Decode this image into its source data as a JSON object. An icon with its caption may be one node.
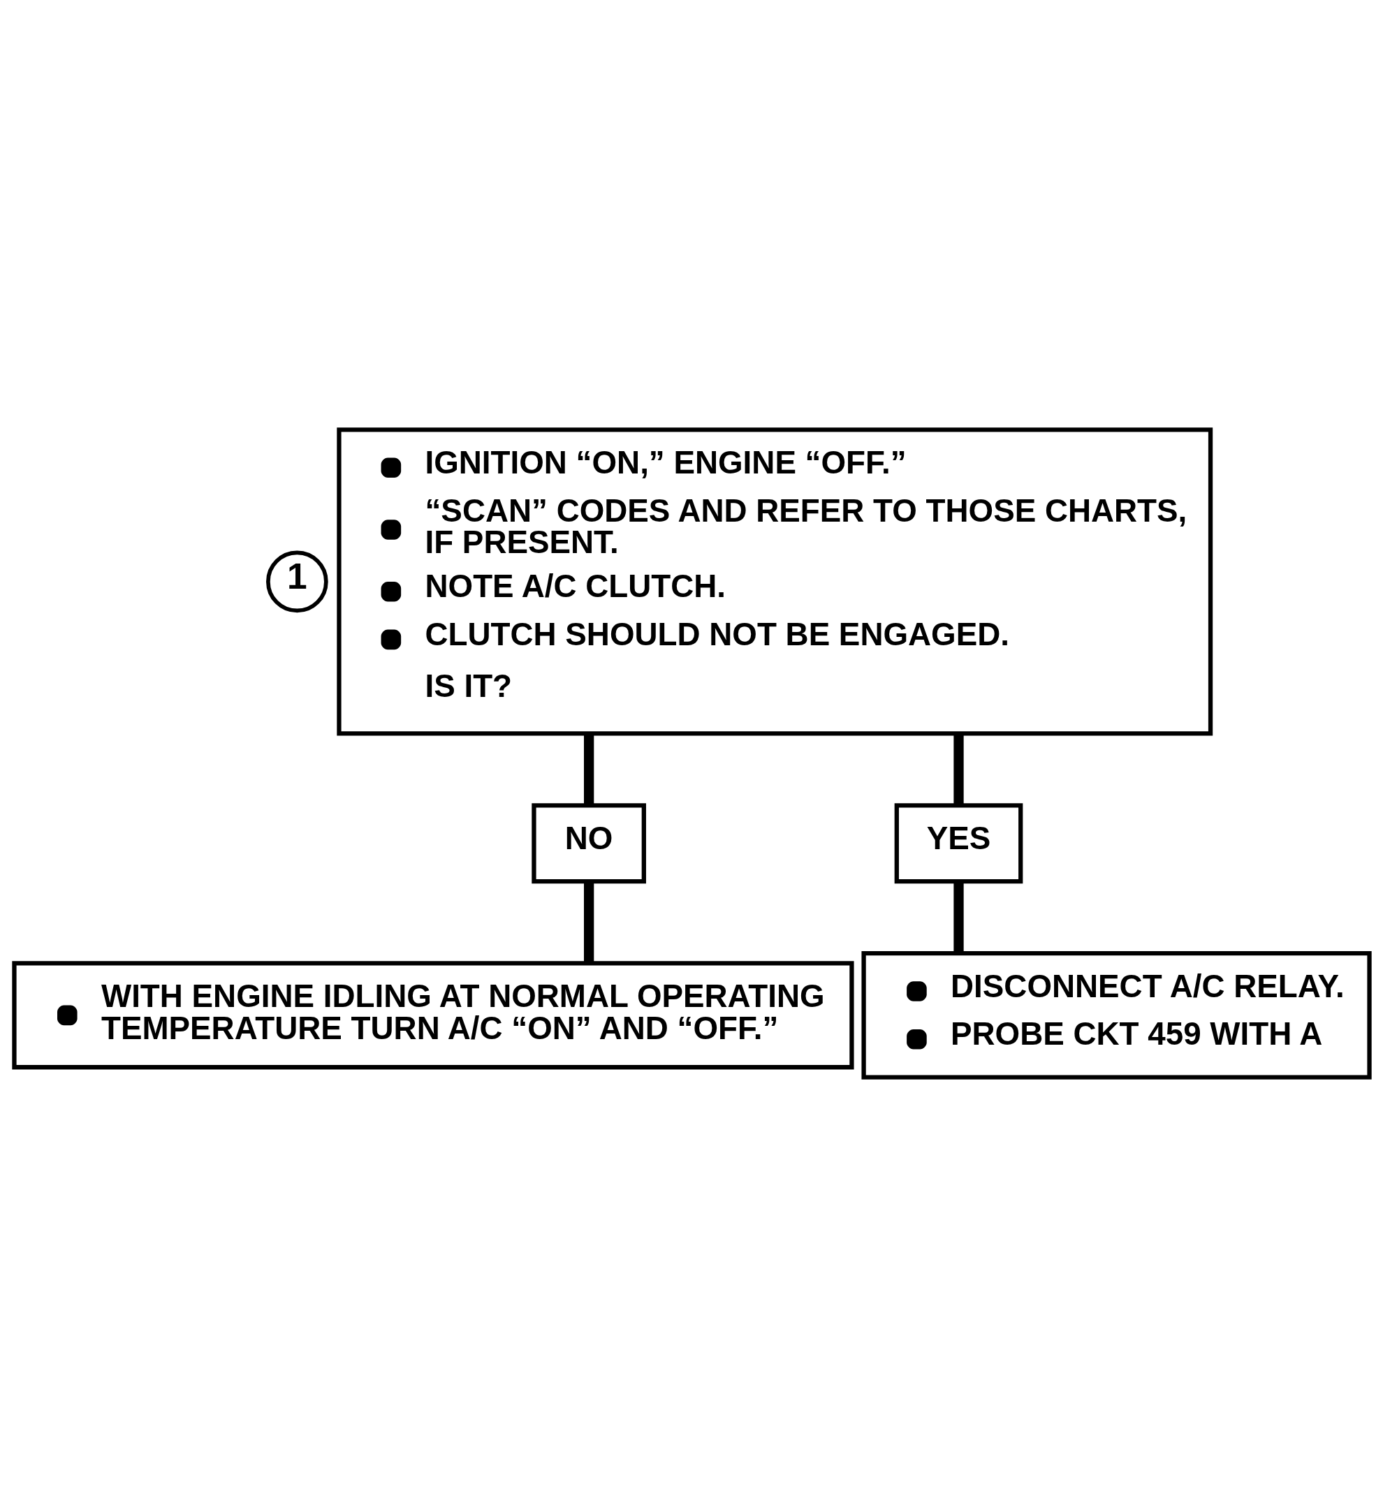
{
  "diagram": {
    "nodes": [
      {
        "text": [
          "IGNITION “ON,” ENGINE “OFF.”",
          "“SCAN” CODES AND REFER TO THOSE CHARTS, IF PRESENT.",
          "NOTE A/C CLUTCH.",
          "CLUTCH SHOULD NOT BE ENGAGED.",
          "IS IT?"
        ],
        "beside": [
          "1"
        ]
      },
      {
        "text": [
          "NO"
        ]
      },
      {
        "text": [
          "YES"
        ]
      },
      {
        "text": [
          "WITH ENGINE IDLING AT NORMAL OPERATING TEMPERATURE TURN A/C “ON” AND “OFF.”"
        ]
      },
      {
        "text": [
          "DISCONNECT A/C RELAY.",
          "PROBE CKT 459 WITH A"
        ]
      }
    ],
    "edges": [
      {
        "from": 0,
        "to": 1,
        "arrow": "none"
      },
      {
        "from": 0,
        "to": 2,
        "arrow": "none"
      },
      {
        "from": 1,
        "to": 3,
        "arrow": "none"
      },
      {
        "from": 2,
        "to": 4,
        "arrow": "none"
      }
    ]
  }
}
